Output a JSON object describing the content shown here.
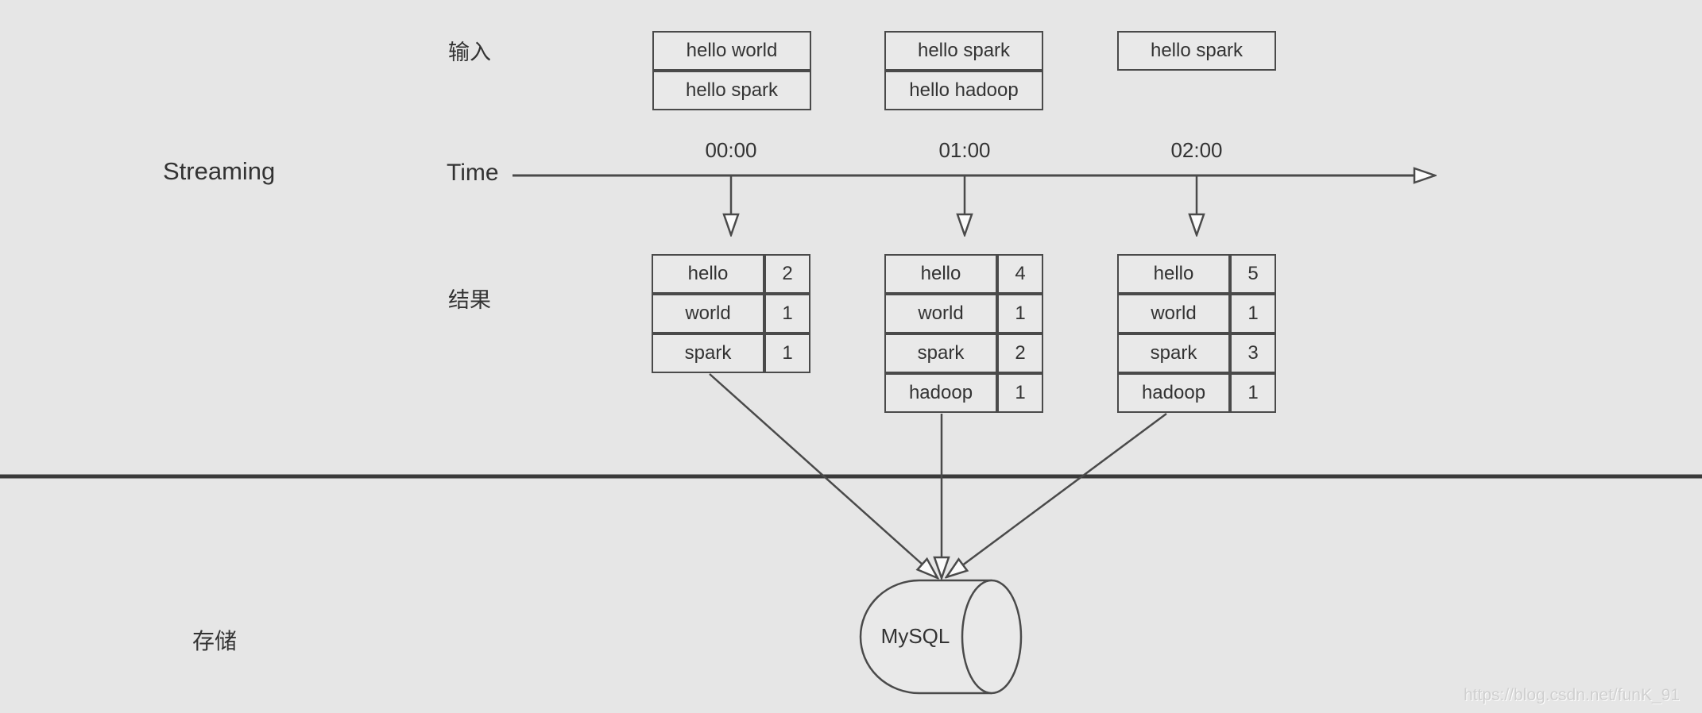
{
  "labels": {
    "streaming": "Streaming",
    "input": "输入",
    "time": "Time",
    "result": "结果",
    "storage": "存储"
  },
  "timeline": {
    "ticks": [
      {
        "label": "00:00"
      },
      {
        "label": "01:00"
      },
      {
        "label": "02:00"
      }
    ]
  },
  "input_batches": [
    {
      "lines": [
        "hello world",
        "hello spark"
      ]
    },
    {
      "lines": [
        "hello spark",
        "hello hadoop"
      ]
    },
    {
      "lines": [
        "hello spark"
      ]
    }
  ],
  "result_tables": [
    {
      "rows": [
        {
          "word": "hello",
          "count": "2"
        },
        {
          "word": "world",
          "count": "1"
        },
        {
          "word": "spark",
          "count": "1"
        }
      ]
    },
    {
      "rows": [
        {
          "word": "hello",
          "count": "4"
        },
        {
          "word": "world",
          "count": "1"
        },
        {
          "word": "spark",
          "count": "2"
        },
        {
          "word": "hadoop",
          "count": "1"
        }
      ]
    },
    {
      "rows": [
        {
          "word": "hello",
          "count": "5"
        },
        {
          "word": "world",
          "count": "1"
        },
        {
          "word": "spark",
          "count": "3"
        },
        {
          "word": "hadoop",
          "count": "1"
        }
      ]
    }
  ],
  "storage": {
    "database": "MySQL"
  },
  "watermark": "https://blog.csdn.net/funK_91",
  "colors": {
    "background": "#e6e6e6",
    "line": "#4a4a4a",
    "divider": "#3a3a3a",
    "text": "#333333",
    "box_fill": "#e9e9e9",
    "arrowhead_fill": "#fbfbfb",
    "watermark": "#cfcfcf"
  }
}
